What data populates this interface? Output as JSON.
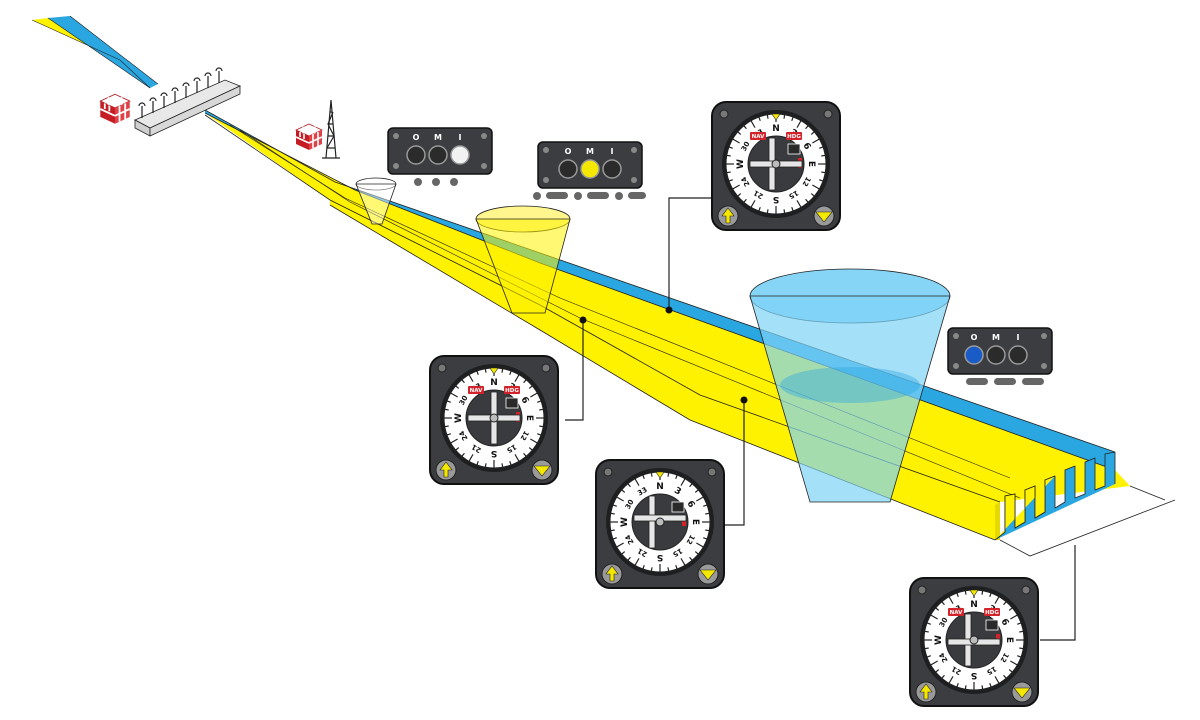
{
  "colors": {
    "blue": "#2aa6e0",
    "blue_light": "#7fd3f7",
    "yellow": "#fff200",
    "yellow_light": "#fff57a",
    "instrument_body": "#3b3d40",
    "instrument_face": "#ffffff",
    "red": "#d2232a",
    "beacon_white": "#f2f2f2",
    "beacon_amber": "#f5e800",
    "beacon_blue": "#1a5cc7",
    "lamp_off": "#2b2b2b"
  },
  "marker_panel": {
    "letters": [
      "O",
      "M",
      "I"
    ]
  },
  "instrument": {
    "nav_label": "NAV",
    "hdg_label": "HDG",
    "compass_labels": [
      "N",
      "3",
      "6",
      "E",
      "12",
      "15",
      "S",
      "21",
      "24",
      "W",
      "30",
      "33"
    ]
  },
  "icons": [
    "localizer-antenna-array-icon",
    "glideslope-tower-icon",
    "checkered-cube-icon"
  ]
}
